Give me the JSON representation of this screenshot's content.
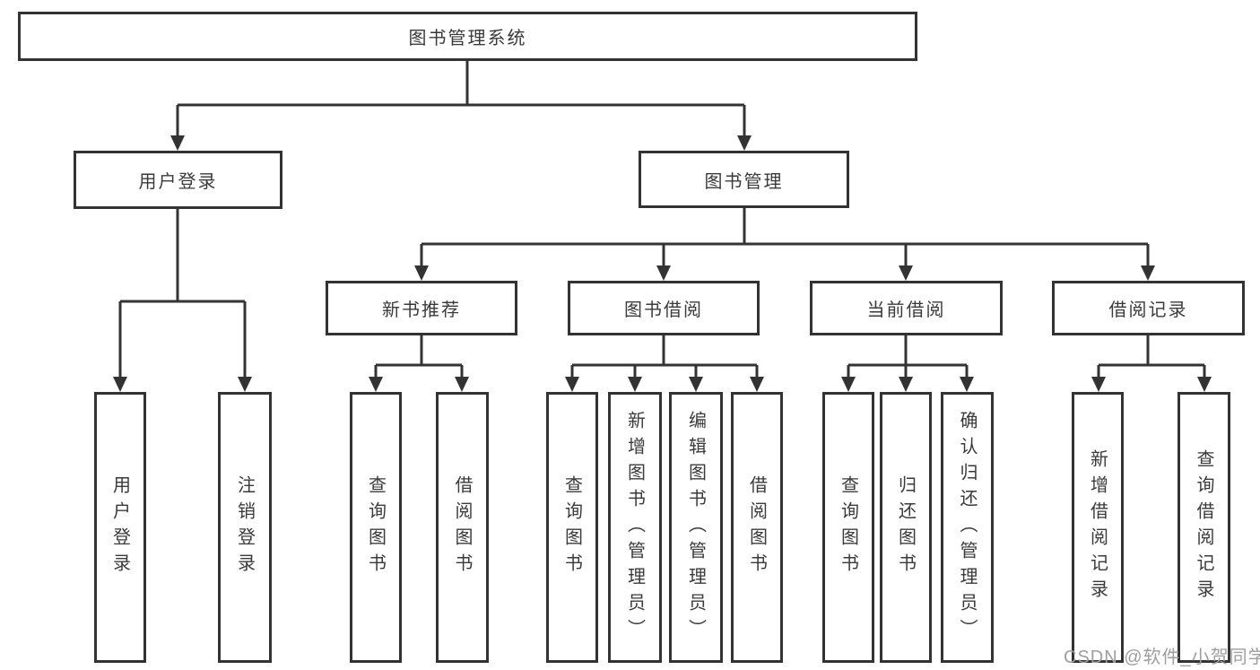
{
  "root": {
    "label": "图书管理系统"
  },
  "branches": {
    "user_login": {
      "label": "用户登录",
      "children": [
        "用户登录",
        "注销登录"
      ]
    },
    "book_mgmt": {
      "label": "图书管理"
    }
  },
  "modules": {
    "new_book": {
      "label": "新书推荐",
      "children": [
        "查询图书",
        "借阅图书"
      ]
    },
    "book_borrow": {
      "label": "图书借阅",
      "children": [
        "查询图书",
        "新增图书（管理员）",
        "编辑图书（管理员）",
        "借阅图书"
      ]
    },
    "current_borrow": {
      "label": "当前借阅",
      "children": [
        "查询图书",
        "归还图书",
        "确认归还（管理员）"
      ]
    },
    "borrow_record": {
      "label": "借阅记录",
      "children": [
        "新增借阅记录",
        "查询借阅记录"
      ]
    }
  },
  "watermark": {
    "text": "CSDN @软件_小贺同学"
  },
  "colors": {
    "line": "#333333",
    "text": "#3a3a3a",
    "watermark": "#9e9e9e",
    "background": "#ffffff"
  }
}
